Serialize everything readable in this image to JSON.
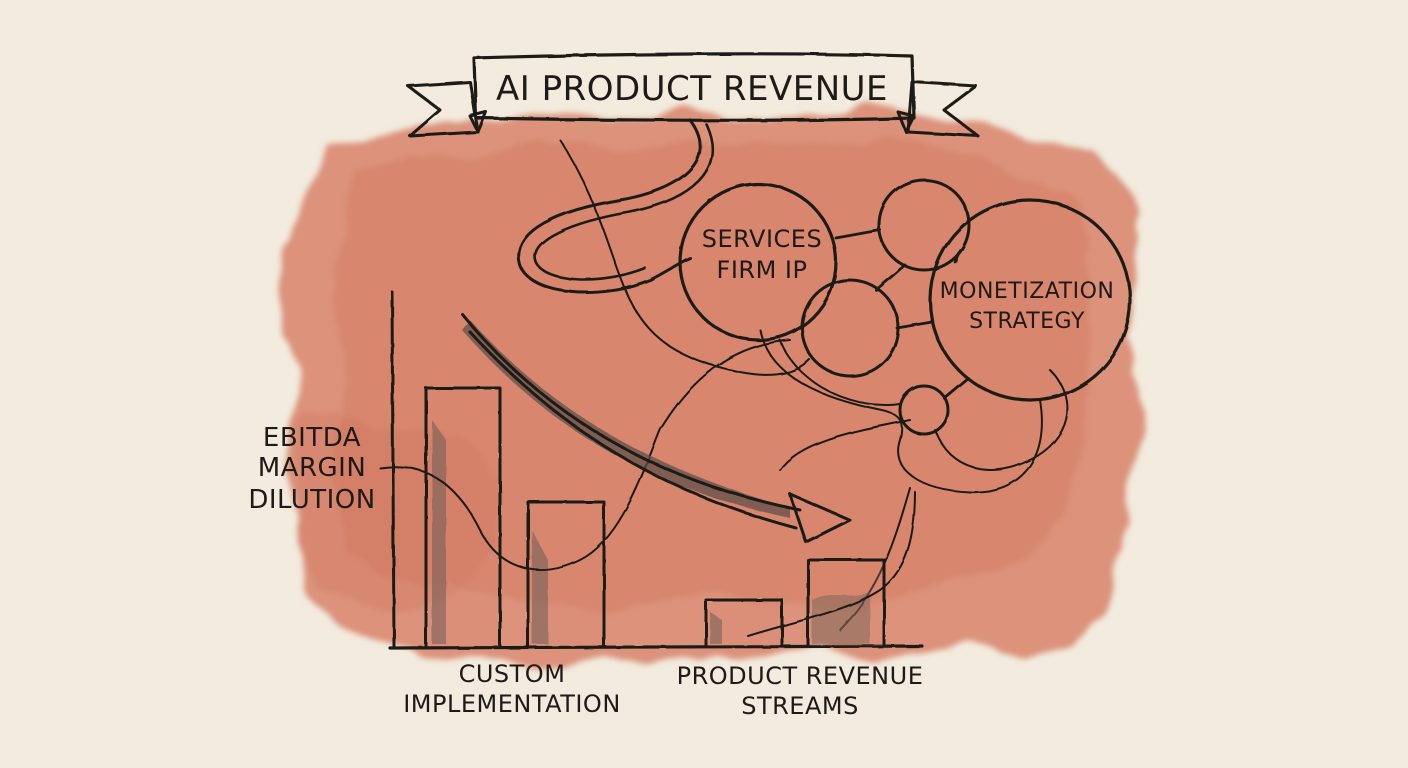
{
  "title": "AI PRODUCT REVENUE",
  "nodes": {
    "services": [
      "SERVICES",
      "FIRM IP"
    ],
    "monetization": [
      "MONETIZATION",
      "STRATEGY"
    ]
  },
  "labels": {
    "ebitda": [
      "EBITDA",
      "MARGIN",
      "DILUTION"
    ],
    "custom": [
      "CUSTOM",
      "IMPLEMENTATION"
    ],
    "product": [
      "PRODUCT REVENUE",
      "STREAMS"
    ]
  },
  "colors": {
    "paper": "#f3ecdf",
    "wash": "#d8826a",
    "ink": "#1e1a17",
    "ribbon": "#f5efe3",
    "bar_shade": "#6d5f57"
  }
}
